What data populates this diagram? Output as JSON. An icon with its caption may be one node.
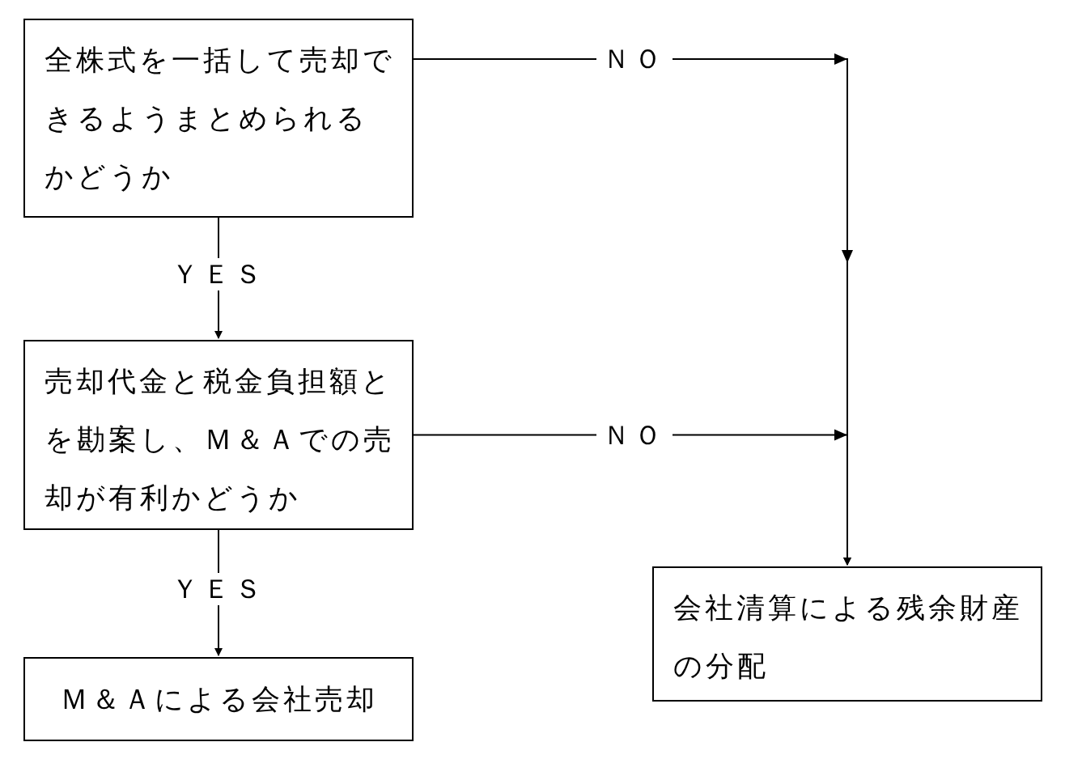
{
  "diagram": {
    "nodes": [
      {
        "text": [
          "全株式を一括して売却できるようまとめられるかどうか"
        ]
      },
      {
        "text": [
          "売却代金と税金負担額とを勘案し、Ｍ＆Ａでの売却が有利かどうか"
        ]
      },
      {
        "text": [
          "Ｍ＆Ａによる会社売却"
        ]
      },
      {
        "text": [
          "会社清算による残余財産の分配"
        ]
      }
    ],
    "edges": [
      {
        "from": 0,
        "to": 1,
        "arrow": "to",
        "label": "ＹＥＳ"
      },
      {
        "from": 1,
        "to": 2,
        "arrow": "to",
        "label": "ＹＥＳ"
      },
      {
        "from": 0,
        "to": 3,
        "arrow": "to",
        "label": "ＮＯ"
      },
      {
        "from": 1,
        "to": 3,
        "arrow": "to",
        "label": "ＮＯ"
      }
    ]
  }
}
